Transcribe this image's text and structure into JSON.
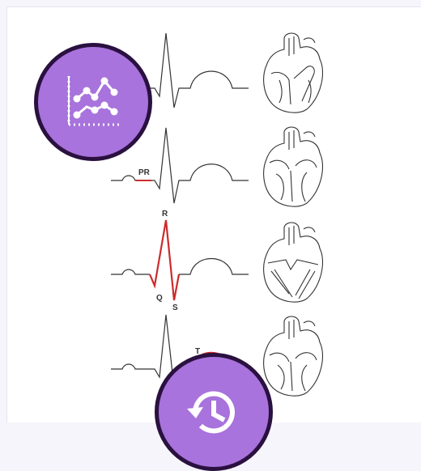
{
  "ecg_figure": {
    "labels": {
      "pr": "PR",
      "r": "R",
      "q": "Q",
      "s": "S",
      "t": "T"
    },
    "colors": {
      "trace": "#333333",
      "highlight": "#cc2b2b"
    }
  },
  "buttons": {
    "chart_icon": "line-chart-icon",
    "history_icon": "history-icon",
    "accent": "#a873dc",
    "outline": "#2a1140"
  }
}
